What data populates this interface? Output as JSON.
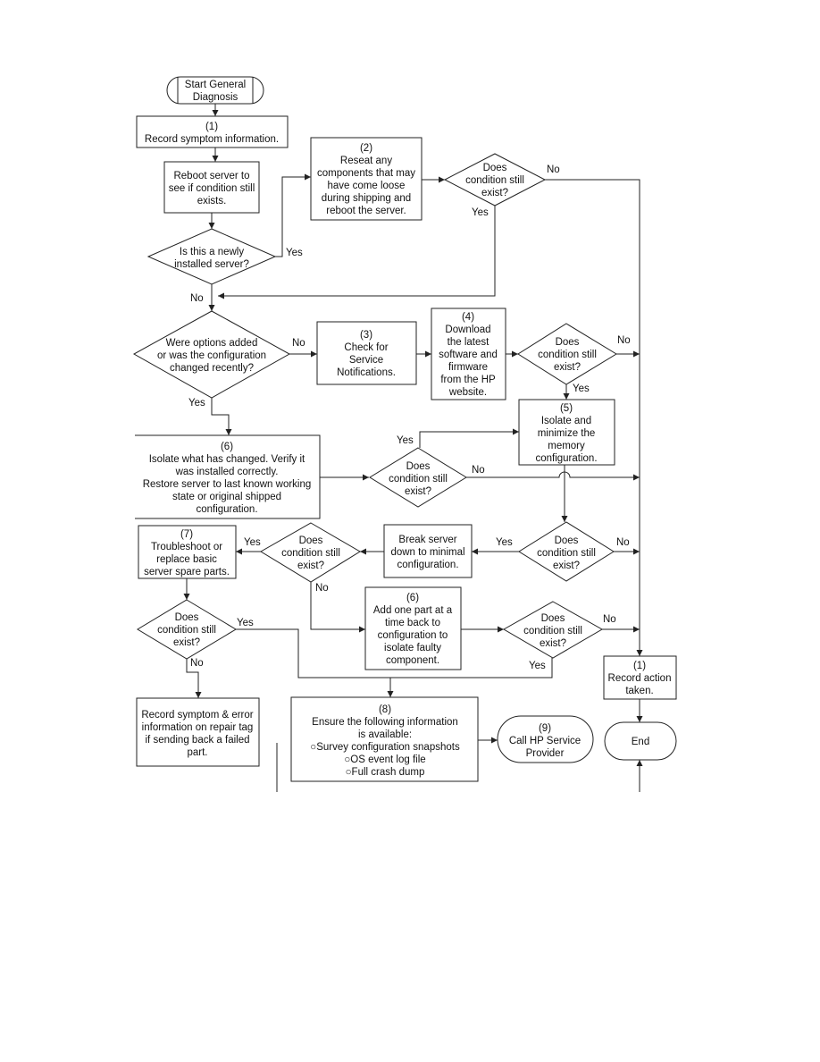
{
  "colors": {
    "line": "#222222",
    "fill": "#ffffff",
    "text": "#111111"
  },
  "nodes": {
    "start": {
      "lines": [
        "Start General",
        "Diagnosis"
      ]
    },
    "record_symptom": {
      "lines": [
        "(1)",
        "Record symptom information."
      ]
    },
    "reboot": {
      "lines": [
        "Reboot server to",
        "see if condition still",
        "exists."
      ]
    },
    "reseat": {
      "lines": [
        "(2)",
        "Reseat any",
        "components that may",
        "have come loose",
        "during shipping and",
        "reboot the server."
      ]
    },
    "d_newly": {
      "lines": [
        "Is this a newly",
        "installed server?"
      ]
    },
    "d_cond1": {
      "lines": [
        "Does",
        "condition still",
        "exist?"
      ]
    },
    "d_options": {
      "lines": [
        "Were options added",
        "or was the configuration",
        "changed recently?"
      ]
    },
    "check_notifications": {
      "lines": [
        "(3)",
        "Check for",
        "Service",
        "Notifications."
      ]
    },
    "download": {
      "lines": [
        "(4)",
        "Download",
        "the latest",
        "software and",
        "firmware",
        "from the HP",
        "website."
      ]
    },
    "d_cond2": {
      "lines": [
        "Does",
        "condition still",
        "exist?"
      ]
    },
    "isolate_changed": {
      "lines": [
        "(6)",
        "Isolate what has changed. Verify it",
        "was installed correctly.",
        "Restore server to last known working",
        "state or original shipped",
        "configuration."
      ]
    },
    "memory": {
      "lines": [
        "(5)",
        "Isolate and",
        "minimize the",
        "memory",
        "configuration."
      ]
    },
    "d_cond3": {
      "lines": [
        "Does",
        "condition still",
        "exist?"
      ]
    },
    "troubleshoot": {
      "lines": [
        "(7)",
        "Troubleshoot or",
        "replace basic",
        "server spare parts."
      ]
    },
    "d_cond4": {
      "lines": [
        "Does",
        "condition still",
        "exist?"
      ]
    },
    "break_down": {
      "lines": [
        "Break server",
        "down to minimal",
        "configuration."
      ]
    },
    "d_cond5": {
      "lines": [
        "Does",
        "condition still",
        "exist?"
      ]
    },
    "d_cond6": {
      "lines": [
        "Does",
        "condition still",
        "exist?"
      ]
    },
    "add_part": {
      "lines": [
        "(6)",
        "Add one part at a",
        "time back to",
        "configuration to",
        "isolate faulty",
        "component."
      ]
    },
    "d_cond7": {
      "lines": [
        "Does",
        "condition still",
        "exist?"
      ]
    },
    "record_action": {
      "lines": [
        "(1)",
        "Record action",
        "taken."
      ]
    },
    "record_error": {
      "lines": [
        "Record symptom & error",
        "information on repair tag",
        "if sending back a failed",
        "part."
      ]
    },
    "ensure_info": {
      "lines": [
        "(8)",
        "Ensure the following information",
        "is available:",
        "○Survey configuration snapshots",
        "○OS event log file",
        "○Full crash dump"
      ]
    },
    "call_hp": {
      "lines": [
        "(9)",
        "Call HP Service",
        "Provider"
      ]
    },
    "end": {
      "lines": [
        "End"
      ]
    }
  },
  "labels": {
    "yes": "Yes",
    "no": "No"
  }
}
